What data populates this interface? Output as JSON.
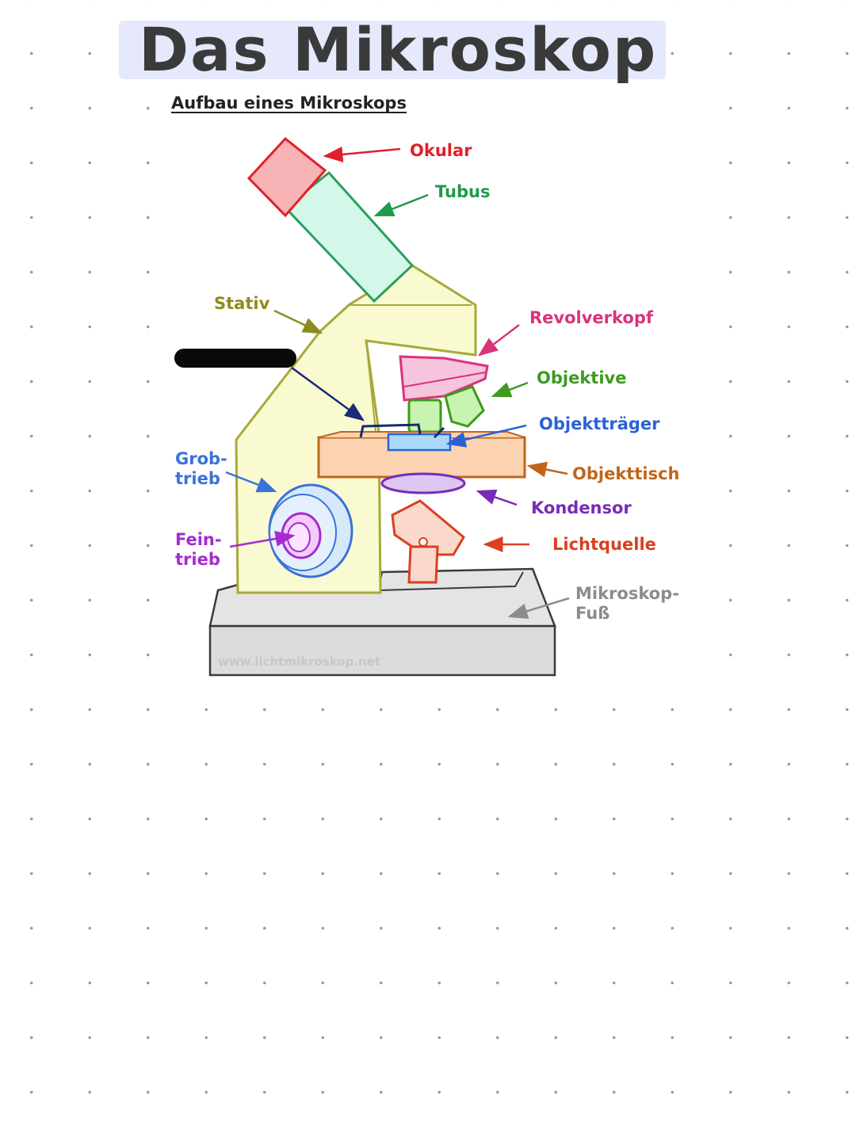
{
  "title": "Das Mikroskop",
  "subtitle": "Aufbau eines Mikroskops",
  "watermark": "www.lichtmikroskop.net",
  "labels": {
    "okular": "Okular",
    "tubus": "Tubus",
    "stativ": "Stativ",
    "revolverkopf": "Revolverkopf",
    "objektive": "Objektive",
    "objekttraeger": "Objektträger",
    "objekttisch": "Objekttisch",
    "kondensor": "Kondensor",
    "lichtquelle": "Lichtquelle",
    "grobtrieb": "Grob-\ntrieb",
    "feintrieb": "Fein-\ntrieb",
    "fuss": "Mikroskop-\nFuß"
  },
  "colors": {
    "okular": "#e0202a",
    "tubus": "#1f9a4a",
    "stativ": "#8c8c1e",
    "revolverkopf": "#d9347a",
    "objektive": "#3d9a1e",
    "objekttraeger": "#2a62d6",
    "objekttisch": "#c0661a",
    "kondensor": "#7a2ab8",
    "lichtquelle": "#d9401e",
    "grobtrieb": "#3a72d8",
    "feintrieb": "#a62ad0",
    "fuss": "#8c8c8c",
    "title_highlight": "#e6e9fb"
  }
}
